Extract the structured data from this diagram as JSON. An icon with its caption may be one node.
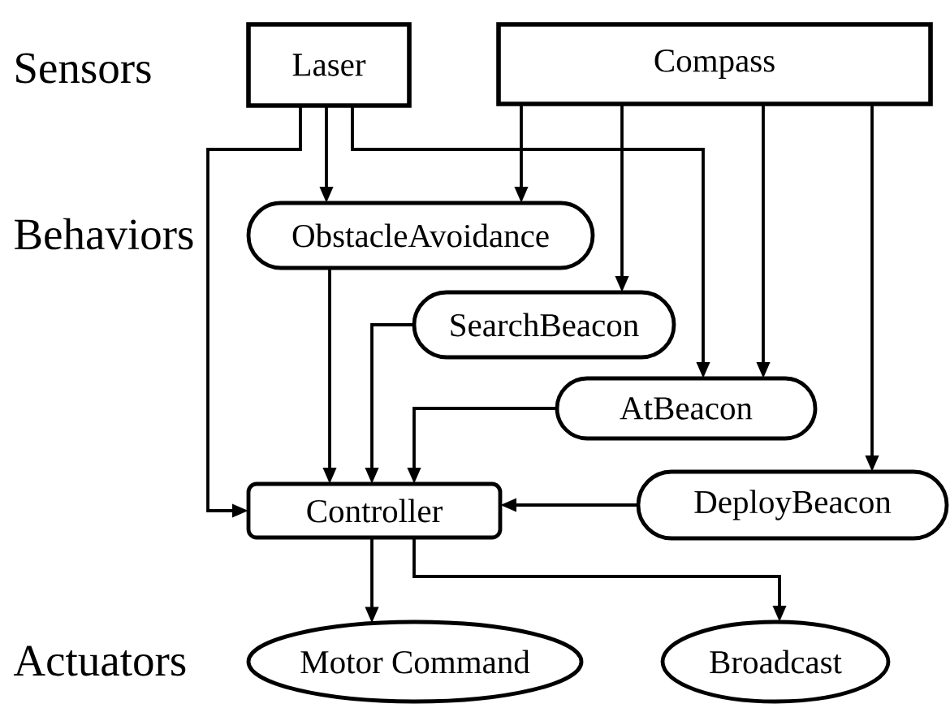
{
  "diagram": {
    "nodes": [
      {
        "text": [
          "Laser"
        ]
      },
      {
        "text": [
          "Compass"
        ]
      },
      {
        "text": [
          "ObstacleAvoidance"
        ]
      },
      {
        "text": [
          "SearchBeacon"
        ]
      },
      {
        "text": [
          "AtBeacon"
        ]
      },
      {
        "text": [
          "DeployBeacon"
        ]
      },
      {
        "text": [
          "Controller"
        ]
      },
      {
        "text": [
          "Motor Command"
        ]
      },
      {
        "text": [
          "Broadcast"
        ]
      }
    ],
    "edges": [
      {
        "from": 0,
        "to": 6,
        "arrow": "to"
      },
      {
        "from": 0,
        "to": 2,
        "arrow": "to"
      },
      {
        "from": 0,
        "to": 4,
        "arrow": "to"
      },
      {
        "from": 1,
        "to": 2,
        "arrow": "to"
      },
      {
        "from": 1,
        "to": 3,
        "arrow": "to"
      },
      {
        "from": 1,
        "to": 4,
        "arrow": "to"
      },
      {
        "from": 1,
        "to": 5,
        "arrow": "to"
      },
      {
        "from": 2,
        "to": 6,
        "arrow": "to"
      },
      {
        "from": 3,
        "to": 6,
        "arrow": "to"
      },
      {
        "from": 4,
        "to": 6,
        "arrow": "to"
      },
      {
        "from": 5,
        "to": 6,
        "arrow": "to"
      },
      {
        "from": 6,
        "to": 7,
        "arrow": "to"
      },
      {
        "from": 6,
        "to": 8,
        "arrow": "to"
      }
    ],
    "labels": [
      "Sensors",
      "Behaviors",
      "Actuators"
    ]
  }
}
